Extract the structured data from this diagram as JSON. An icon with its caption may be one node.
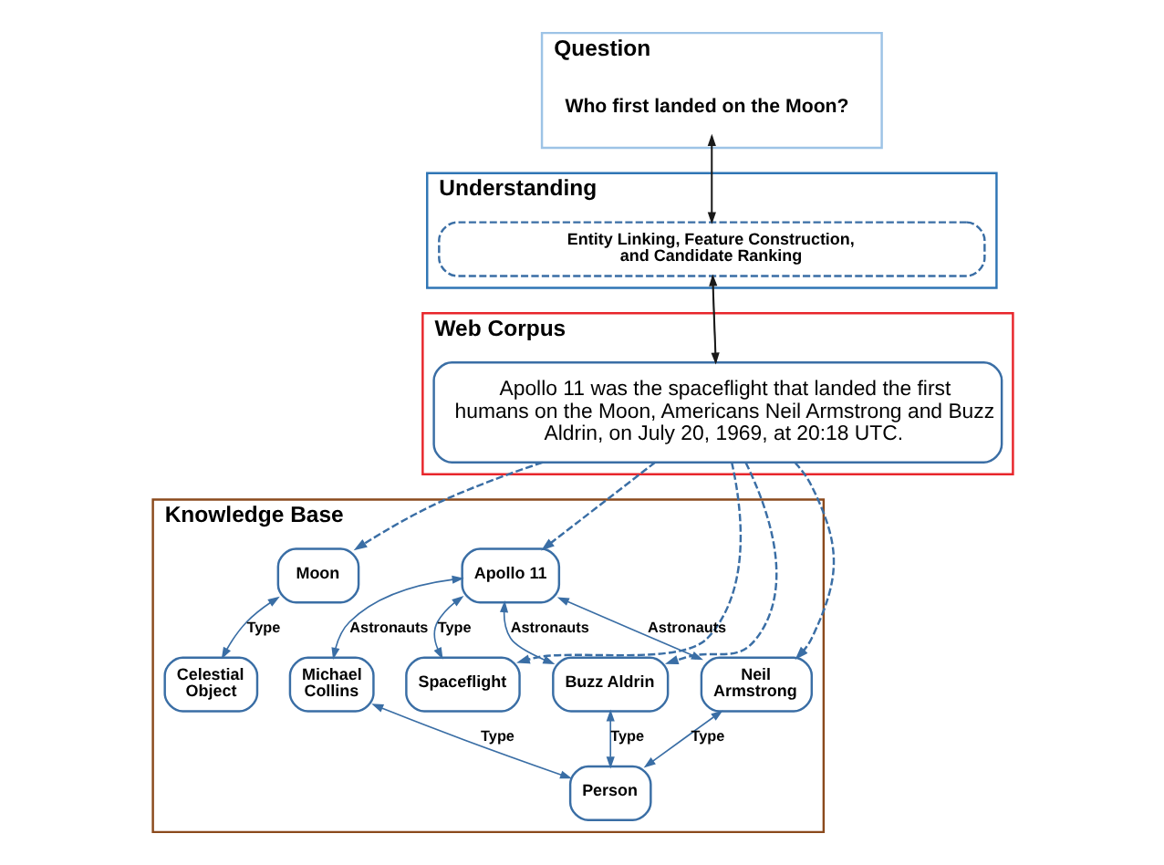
{
  "diagram": {
    "nodes": [
      {
        "text": [
          "Question"
        ]
      },
      {
        "text": [
          "Who first landed on the Moon?"
        ],
        "in": 0
      },
      {
        "text": [
          "Understanding"
        ]
      },
      {
        "text": [
          "Entity Linking, Feature Construction, and Candidate Ranking"
        ],
        "in": 2
      },
      {
        "text": [
          "Web Corpus"
        ]
      },
      {
        "text": [
          "Apollo 11 was the spaceflight that landed the first humans on the Moon, Americans Neil Armstrong and Buzz Aldrin, on July 20, 1969, at 20:18 UTC."
        ],
        "in": 4
      },
      {
        "text": [
          "Knowledge Base"
        ]
      },
      {
        "text": [
          "Apollo 11"
        ],
        "in": 6
      },
      {
        "text": [
          "Spaceflight"
        ],
        "in": 6
      },
      {
        "text": [
          "Moon"
        ],
        "in": 6
      },
      {
        "text": [
          "Celestial Object"
        ],
        "in": 6
      },
      {
        "text": [
          "Buzz Aldrin"
        ],
        "in": 6
      },
      {
        "text": [
          "Neil Armstrong"
        ],
        "in": 6
      },
      {
        "text": [
          "Michael Collins"
        ],
        "in": 6
      },
      {
        "text": [
          "Person"
        ],
        "in": 6
      }
    ],
    "edges": [
      {
        "from": 1,
        "to": 3,
        "arrow": "to",
        "color": "#1a1a1a"
      },
      {
        "from": 3,
        "to": 1,
        "arrow": "to",
        "color": "#1a1a1a"
      },
      {
        "from": 3,
        "to": 5,
        "arrow": "to",
        "color": "#1a1a1a"
      },
      {
        "from": 5,
        "to": 3,
        "arrow": "to",
        "color": "#1a1a1a"
      },
      {
        "from": 5,
        "to": 7,
        "arrow": "to",
        "style": "dashed"
      },
      {
        "from": 5,
        "to": 8,
        "arrow": "to",
        "style": "dashed"
      },
      {
        "from": 5,
        "to": 9,
        "arrow": "to",
        "style": "dashed"
      },
      {
        "from": 5,
        "to": 12,
        "arrow": "to",
        "style": "dashed"
      },
      {
        "from": 5,
        "to": 11,
        "arrow": "to",
        "style": "dashed"
      },
      {
        "from": 7,
        "to": 8,
        "arrow": "both",
        "label": "Type"
      },
      {
        "from": 9,
        "to": 10,
        "arrow": "both",
        "label": "Type"
      },
      {
        "from": 7,
        "to": 11,
        "arrow": "both",
        "label": "Astronauts"
      },
      {
        "from": 7,
        "to": 13,
        "arrow": "both",
        "label": "Astronauts"
      },
      {
        "from": 7,
        "to": 12,
        "arrow": "both",
        "label": "Astronauts"
      },
      {
        "from": 11,
        "to": 14,
        "arrow": "both",
        "label": "Type"
      },
      {
        "from": 13,
        "to": 14,
        "arrow": "both",
        "label": "Type"
      },
      {
        "from": 12,
        "to": 14,
        "arrow": "both",
        "label": "Type"
      }
    ]
  }
}
